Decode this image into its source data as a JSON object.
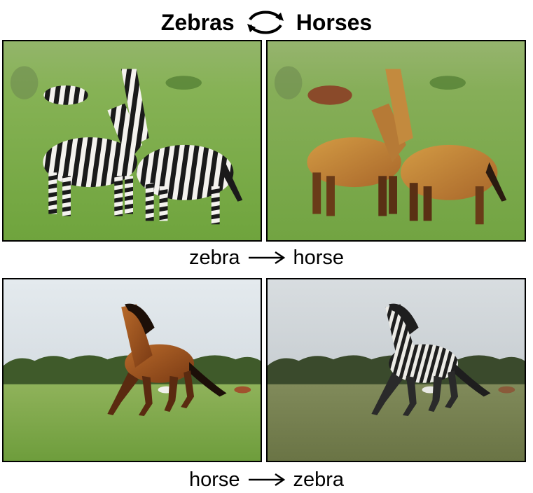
{
  "title": {
    "left": "Zebras",
    "right": "Horses",
    "icon": "cycle-arrows-icon"
  },
  "captions": [
    {
      "from": "zebra",
      "to": "horse",
      "icon": "arrow-right-icon"
    },
    {
      "from": "horse",
      "to": "zebra",
      "icon": "arrow-right-icon"
    }
  ],
  "colors": {
    "grass": "#7fae4a",
    "sky": "#dfe6ea",
    "zebra_stripe": "#1a1a1a",
    "horse_brown": "#9a4e1d",
    "fake_horse": "#c48a3a"
  }
}
